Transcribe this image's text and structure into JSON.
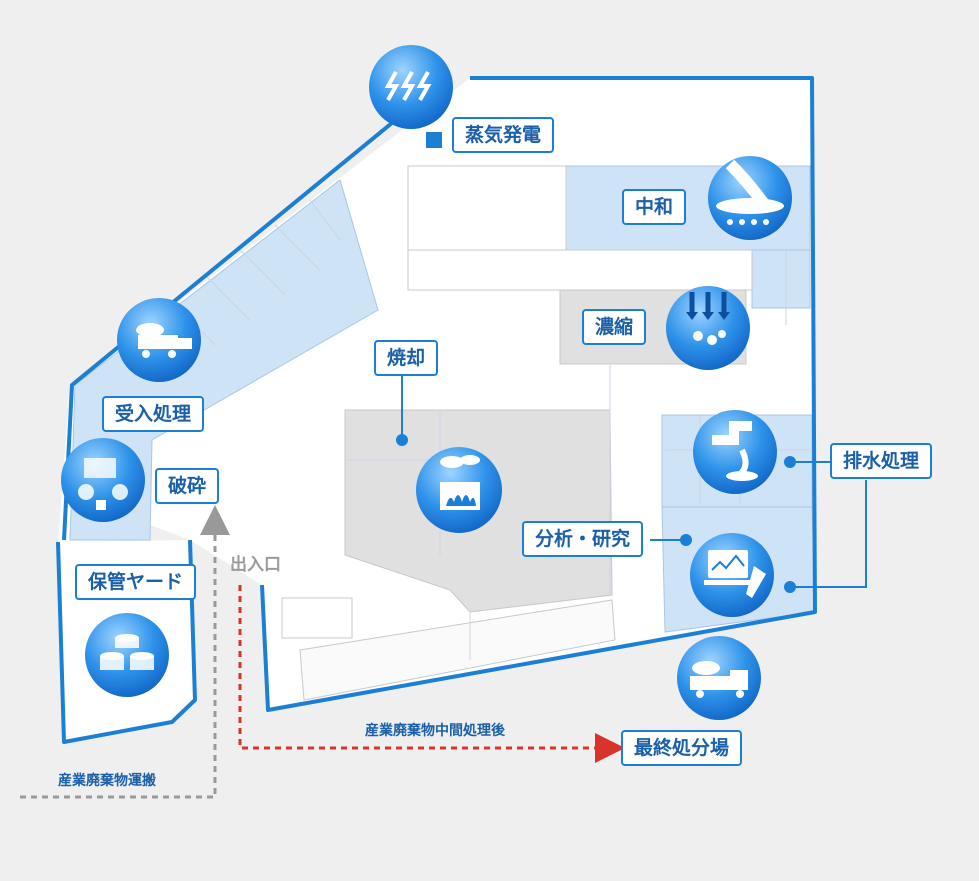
{
  "facilities": {
    "steam_power": "蒸気発電",
    "neutralization": "中和",
    "concentration": "濃縮",
    "incineration": "焼却",
    "drainage_treatment": "排水処理",
    "analysis_research": "分析・研究",
    "receiving": "受入処理",
    "crushing": "破砕",
    "storage_yard": "保管ヤード",
    "final_disposal": "最終処分場"
  },
  "routes": {
    "entrance": "出入口",
    "waste_transport": "産業廃棄物運搬",
    "after_intermediate": "産業廃棄物中間処理後"
  },
  "icons": [
    "steam-icon",
    "neutralization-icon",
    "concentration-icon",
    "incineration-icon",
    "drainage-icon",
    "analysis-icon",
    "receiving-truck-icon",
    "crushing-icon",
    "storage-barrels-icon",
    "final-disposal-truck-icon"
  ],
  "colors": {
    "outline": "#1b7fd6",
    "zone_fill": "#cfe3f7",
    "building": "#e0e0e0",
    "label_text": "#1a5fa8",
    "entry_arrow": "#999999",
    "exit_arrow": "#d9342b"
  }
}
